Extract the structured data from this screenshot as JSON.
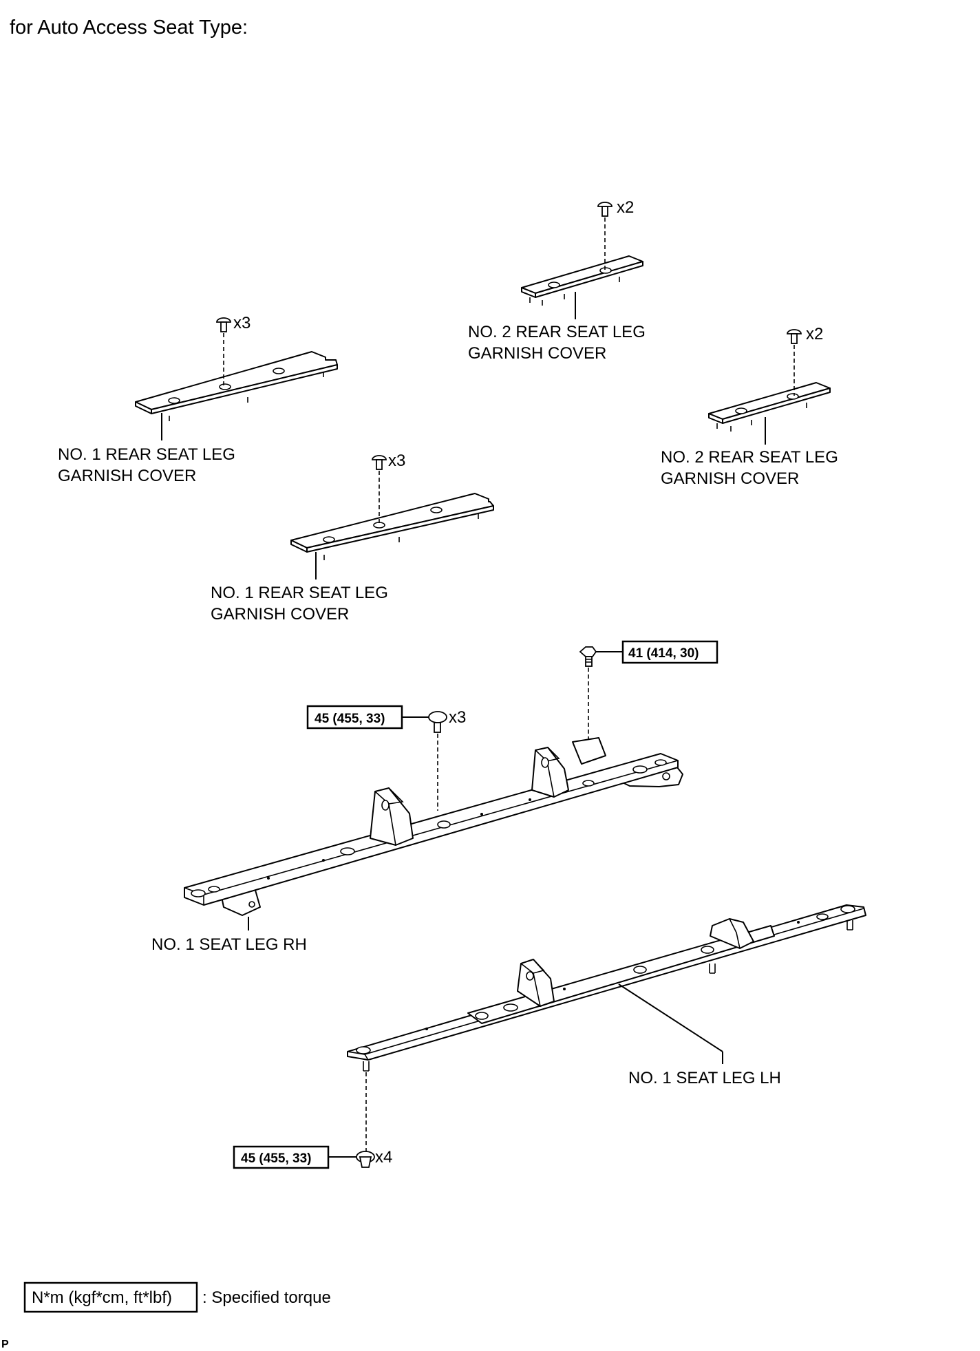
{
  "heading": "for Auto Access Seat Type:",
  "parts": {
    "no2_cover_top": {
      "line1": "NO. 2 REAR SEAT LEG",
      "line2": "GARNISH COVER",
      "qty": "x2"
    },
    "no2_cover_right": {
      "line1": "NO. 2 REAR SEAT LEG",
      "line2": "GARNISH COVER",
      "qty": "x2"
    },
    "no1_cover_left": {
      "line1": "NO. 1 REAR SEAT LEG",
      "line2": "GARNISH COVER",
      "qty": "x3"
    },
    "no1_cover_mid": {
      "line1": "NO. 1 REAR SEAT LEG",
      "line2": "GARNISH COVER",
      "qty": "x3"
    },
    "seat_leg_rh": {
      "label": "NO. 1 SEAT LEG RH"
    },
    "seat_leg_lh": {
      "label": "NO. 1 SEAT LEG LH"
    }
  },
  "torques": {
    "top_bolt": {
      "value": "41 (414, 30)"
    },
    "rh_bolts": {
      "value": "45 (455, 33)",
      "qty": "x3"
    },
    "lh_nuts": {
      "value": "45 (455, 33)",
      "qty": "x4"
    }
  },
  "legend": {
    "unit_box": "N*m (kgf*cm, ft*lbf)",
    "description": ": Specified torque"
  },
  "corner_mark": "P"
}
